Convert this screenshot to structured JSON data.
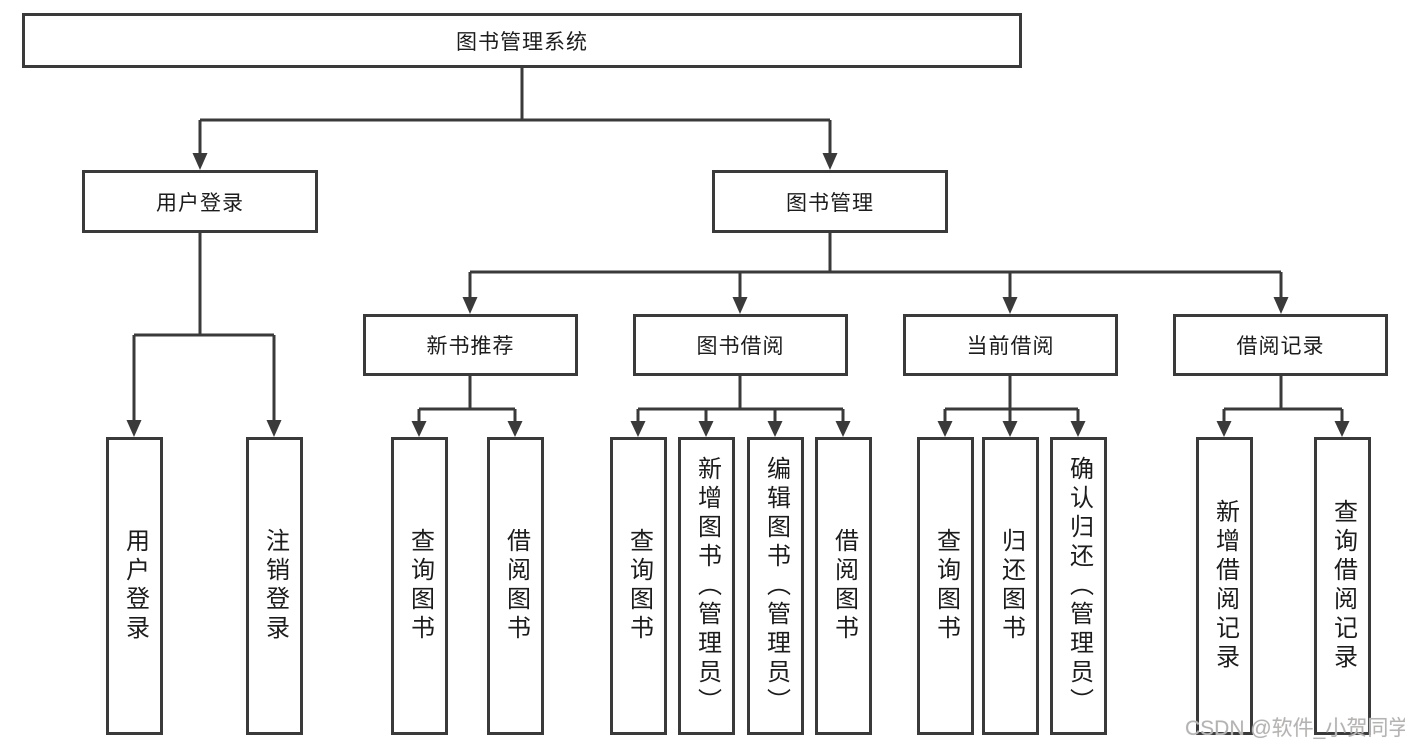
{
  "tree": {
    "root": {
      "label": "图书管理系统"
    },
    "branches": [
      {
        "label": "用户登录",
        "children": [
          {
            "label": "用户登录"
          },
          {
            "label": "注销登录"
          }
        ]
      },
      {
        "label": "图书管理",
        "children": [
          {
            "label": "新书推荐",
            "children": [
              {
                "label": "查询图书"
              },
              {
                "label": "借阅图书"
              }
            ]
          },
          {
            "label": "图书借阅",
            "children": [
              {
                "label": "查询图书"
              },
              {
                "label": "新增图书（管理员）"
              },
              {
                "label": "编辑图书（管理员）"
              },
              {
                "label": "借阅图书"
              }
            ]
          },
          {
            "label": "当前借阅",
            "children": [
              {
                "label": "查询图书"
              },
              {
                "label": "归还图书"
              },
              {
                "label": "确认归还（管理员）"
              }
            ]
          },
          {
            "label": "借阅记录",
            "children": [
              {
                "label": "新增借阅记录"
              },
              {
                "label": "查询借阅记录"
              }
            ]
          }
        ]
      }
    ]
  },
  "watermark": {
    "text": "CSDN @软件_小贺同学"
  },
  "colors": {
    "line": "#3a3a3a",
    "text": "#1c1c1c",
    "background": "#ffffff",
    "watermark": "#b5b3b2"
  }
}
